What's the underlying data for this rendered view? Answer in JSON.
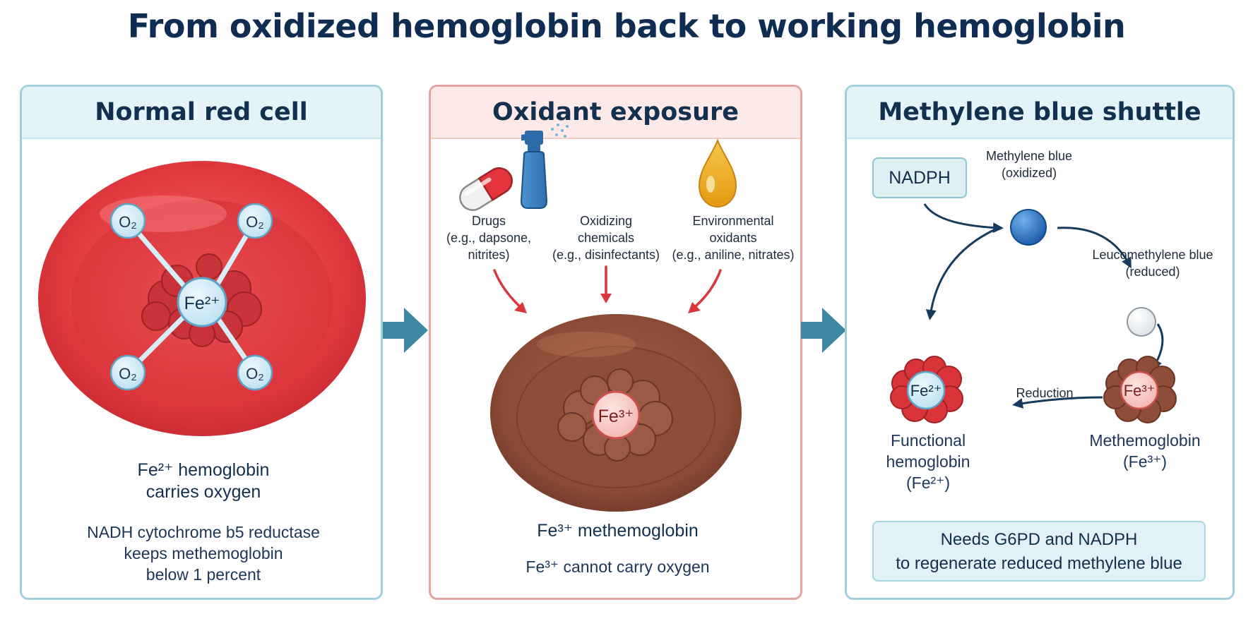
{
  "title": "From oxidized hemoglobin back to working hemoglobin",
  "colors": {
    "healthy_red": "#e2383f",
    "methemoglobin_brown": "#8a4a36",
    "oxygen_blue": "#cbe8f5",
    "accent_teal": "#3e8aa6",
    "oxidant_red_arrow": "#d9363e",
    "cycle_arrow": "#163b5c"
  },
  "panels": [
    {
      "heading": "Normal red cell",
      "iron_label": "Fe²⁺",
      "oxygen_label": "O₂",
      "caption_main": [
        "Fe²⁺ hemoglobin",
        "carries oxygen"
      ],
      "caption_sub": [
        "NADH cytochrome b5 reductase",
        "keeps methemoglobin",
        "below 1 percent"
      ]
    },
    {
      "heading": "Oxidant exposure",
      "sources": [
        {
          "label": [
            "Drugs",
            "(e.g., dapsone,",
            "nitrites)"
          ],
          "icon": "capsule-icon"
        },
        {
          "label": [
            "Oxidizing",
            "chemicals",
            "(e.g., disinfectants)"
          ],
          "icon": "spray-bottle-icon"
        },
        {
          "label": [
            "Environmental",
            "oxidants",
            "(e.g., aniline, nitrates)"
          ],
          "icon": "droplet-icon"
        }
      ],
      "iron_label": "Fe³⁺",
      "caption_main": "Fe³⁺ methemoglobin",
      "caption_sub": "Fe³⁺ cannot carry oxygen"
    },
    {
      "heading": "Methylene blue shuttle",
      "nadph": "NADPH",
      "mb_oxidized": [
        "Methylene blue",
        "(oxidized)"
      ],
      "mb_reduced": [
        "Leucomethylene blue",
        "(reduced)"
      ],
      "functional_iron": "Fe²⁺",
      "functional_label": [
        "Functional",
        "hemoglobin",
        "(Fe²⁺)"
      ],
      "methb_iron": "Fe³⁺",
      "methb_label": [
        "Methemoglobin",
        "(Fe³⁺)"
      ],
      "reduction_label": "Reduction",
      "needs": [
        "Needs G6PD and NADPH",
        "to regenerate reduced methylene blue"
      ]
    }
  ]
}
